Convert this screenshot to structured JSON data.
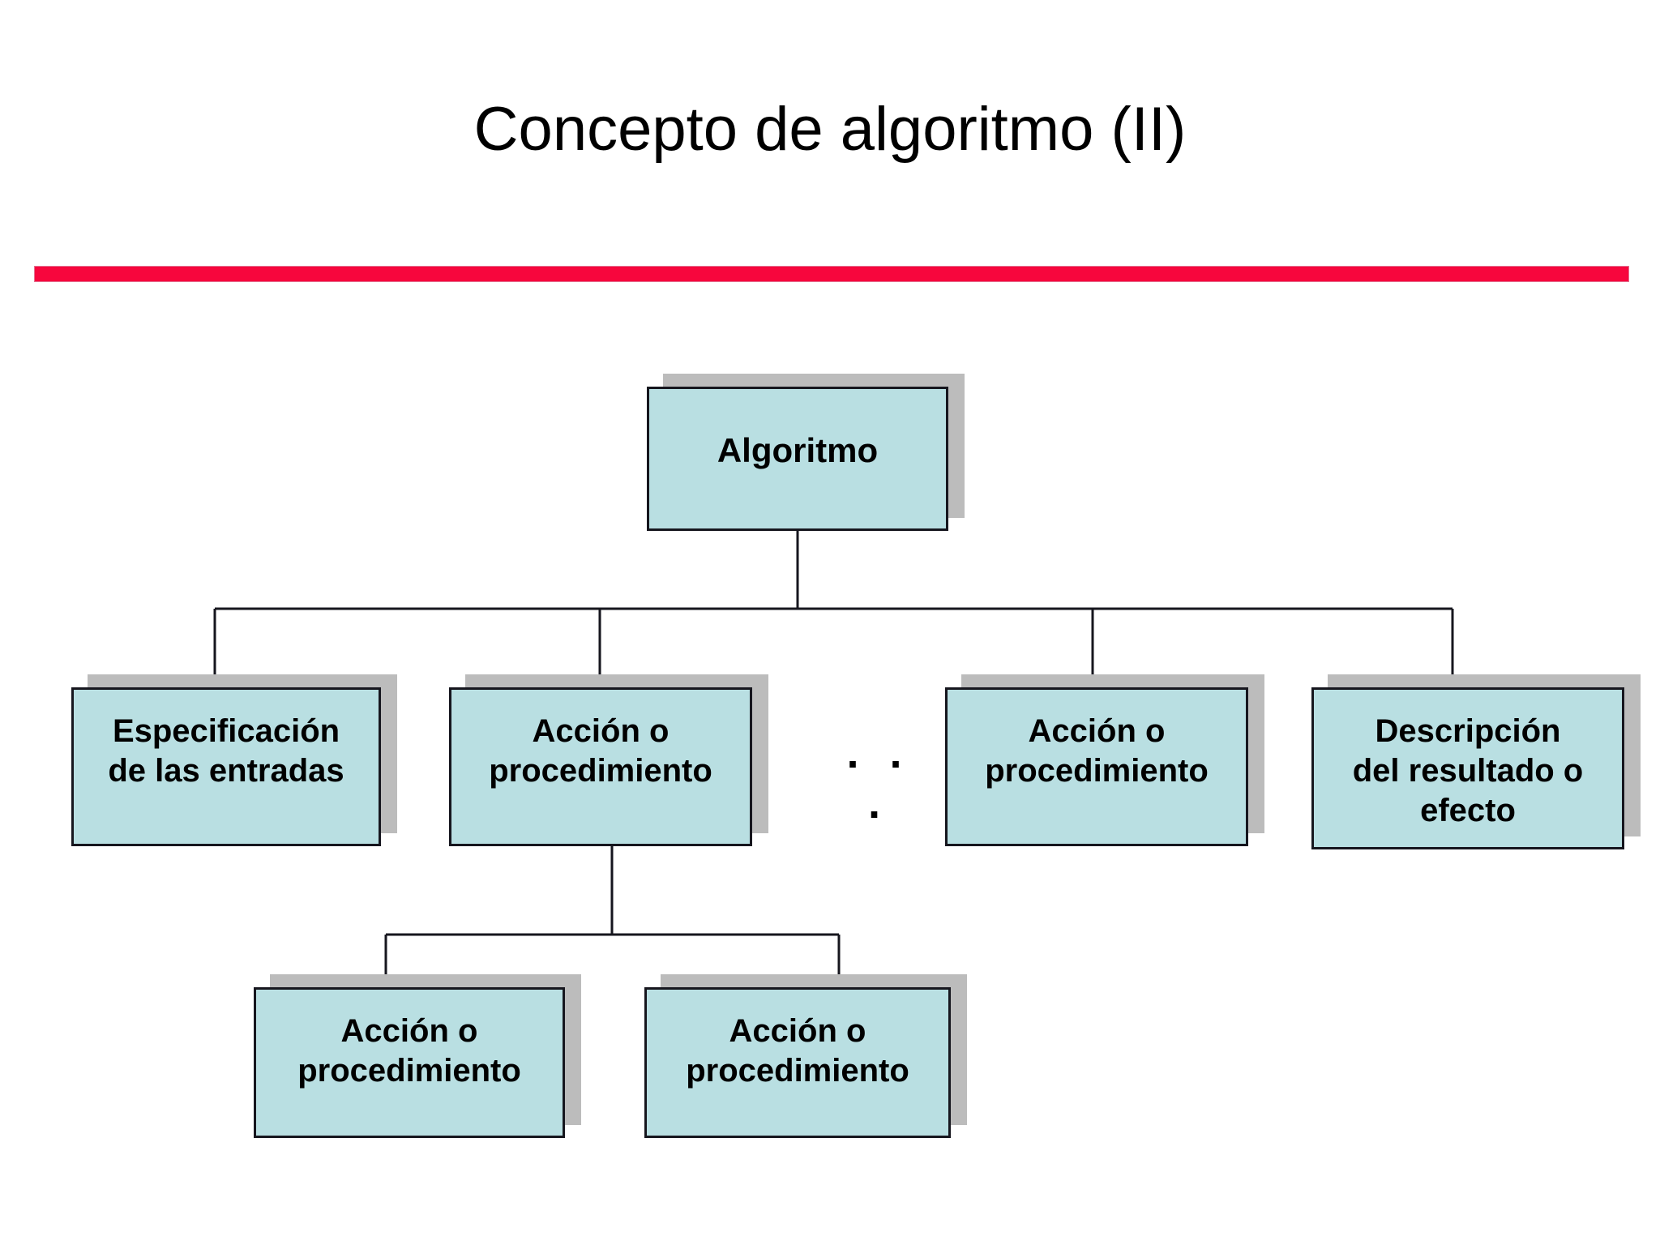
{
  "slide": {
    "title": "Concepto de algoritmo (II)",
    "accent_color": "#f7063d",
    "node_fill_color": "#b9dfe2",
    "node_border_color": "#16161e",
    "node_shadow_color": "#bcbcbc",
    "background_color": "#ffffff"
  },
  "diagram": {
    "type": "tree",
    "root": {
      "id": "root",
      "label": "Algoritmo"
    },
    "level2": [
      {
        "id": "spec",
        "label": "Especificación\nde las entradas"
      },
      {
        "id": "act1",
        "label": "Acción o\nprocedimiento"
      },
      {
        "id": "act2",
        "label": "Acción o\nprocedimiento"
      },
      {
        "id": "desc",
        "label": "Descripción\ndel resultado o\nefecto"
      }
    ],
    "level3": [
      {
        "id": "act3",
        "label": "Acción o\nprocedimiento"
      },
      {
        "id": "act4",
        "label": "Acción o\nprocedimiento"
      }
    ],
    "ellipsis": "· · ·"
  }
}
